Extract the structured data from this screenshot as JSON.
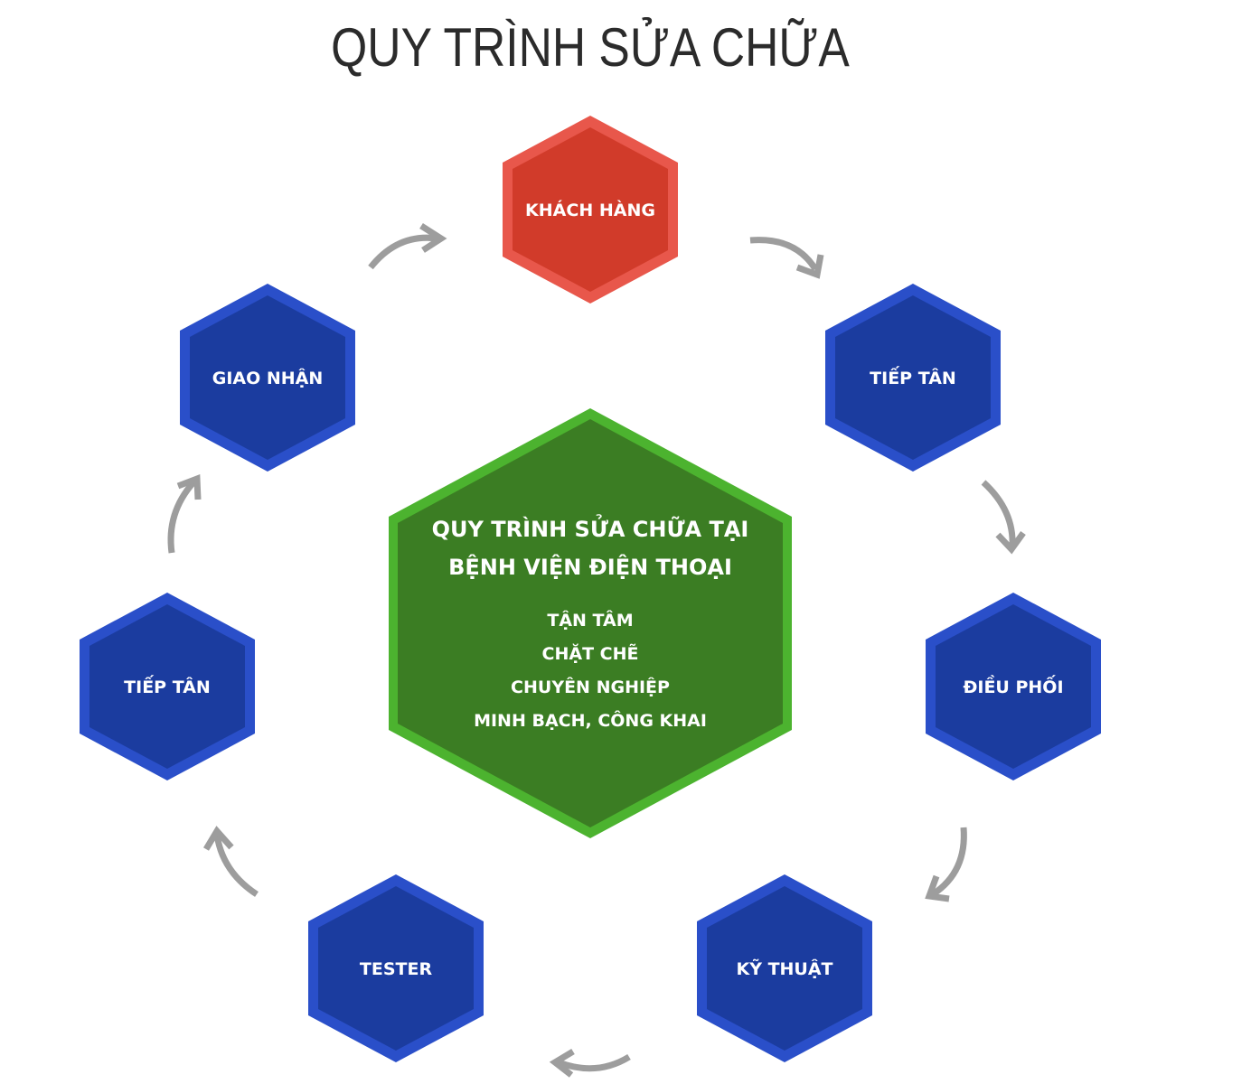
{
  "title": "QUY TRÌNH SỬA CHỮA",
  "center": {
    "title_line1": "QUY TRÌNH SỬA CHỮA TẠI",
    "title_line2": "BỆNH VIỆN ĐIỆN THOẠI",
    "values": [
      "TẬN TÂM",
      "CHẶT CHẼ",
      "CHUYÊN NGHIỆP",
      "MINH BẠCH, CÔNG KHAI"
    ]
  },
  "steps": [
    {
      "label": "KHÁCH HÀNG",
      "color": "red"
    },
    {
      "label": "TIẾP TÂN",
      "color": "blue"
    },
    {
      "label": "ĐIỀU PHỐI",
      "color": "blue"
    },
    {
      "label": "KỸ THUẬT",
      "color": "blue"
    },
    {
      "label": "TESTER",
      "color": "blue"
    },
    {
      "label": "TIẾP TÂN",
      "color": "blue"
    },
    {
      "label": "GIAO NHẬN",
      "color": "blue"
    }
  ],
  "colors": {
    "red_outer": "#e8574b",
    "red_inner": "#d13b2a",
    "blue_outer": "#2a4fc9",
    "blue_inner": "#1b3c9f",
    "green_outer": "#4cb32f",
    "green_inner": "#3b7d23",
    "arrow": "#9d9d9d",
    "title": "#2b2b2b"
  }
}
